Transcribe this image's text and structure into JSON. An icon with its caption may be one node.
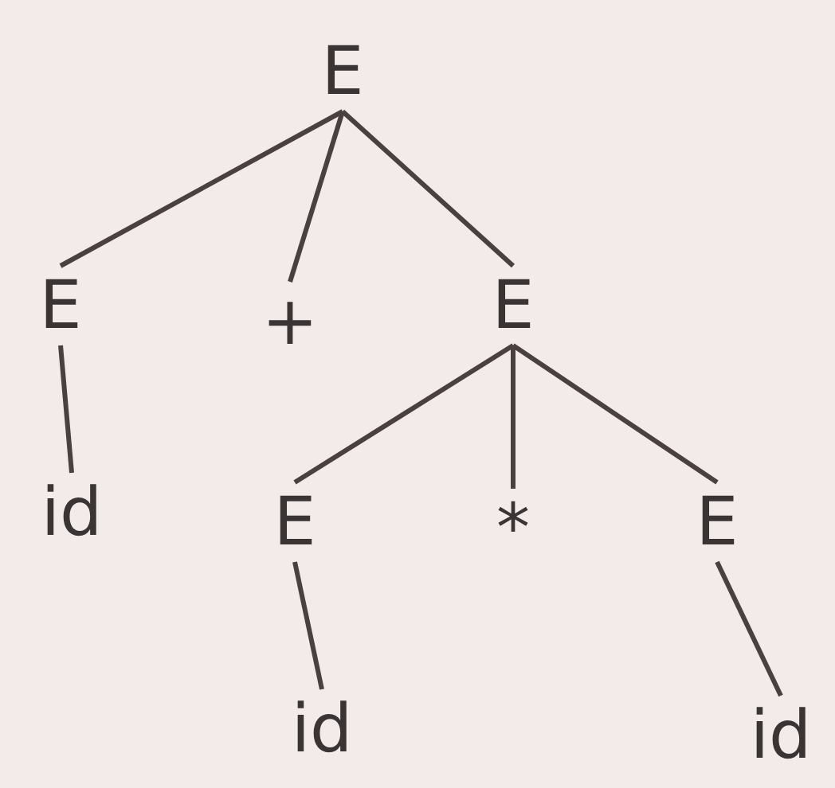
{
  "diagram": {
    "nodes": [
      {
        "text": [
          "E"
        ]
      },
      {
        "text": [
          "E"
        ]
      },
      {
        "text": [
          "+"
        ]
      },
      {
        "text": [
          "E"
        ]
      },
      {
        "text": [
          "id"
        ]
      },
      {
        "text": [
          "E"
        ]
      },
      {
        "text": [
          "*"
        ]
      },
      {
        "text": [
          "E"
        ]
      },
      {
        "text": [
          "id"
        ]
      },
      {
        "text": [
          "id"
        ]
      }
    ],
    "edges": [
      {
        "from": 0,
        "to": 1,
        "arrow": "none"
      },
      {
        "from": 0,
        "to": 2,
        "arrow": "none"
      },
      {
        "from": 0,
        "to": 3,
        "arrow": "none"
      },
      {
        "from": 1,
        "to": 4,
        "arrow": "none"
      },
      {
        "from": 3,
        "to": 5,
        "arrow": "none"
      },
      {
        "from": 3,
        "to": 6,
        "arrow": "none"
      },
      {
        "from": 3,
        "to": 7,
        "arrow": "none"
      },
      {
        "from": 5,
        "to": 8,
        "arrow": "none"
      },
      {
        "from": 7,
        "to": 9,
        "arrow": "none"
      }
    ]
  }
}
